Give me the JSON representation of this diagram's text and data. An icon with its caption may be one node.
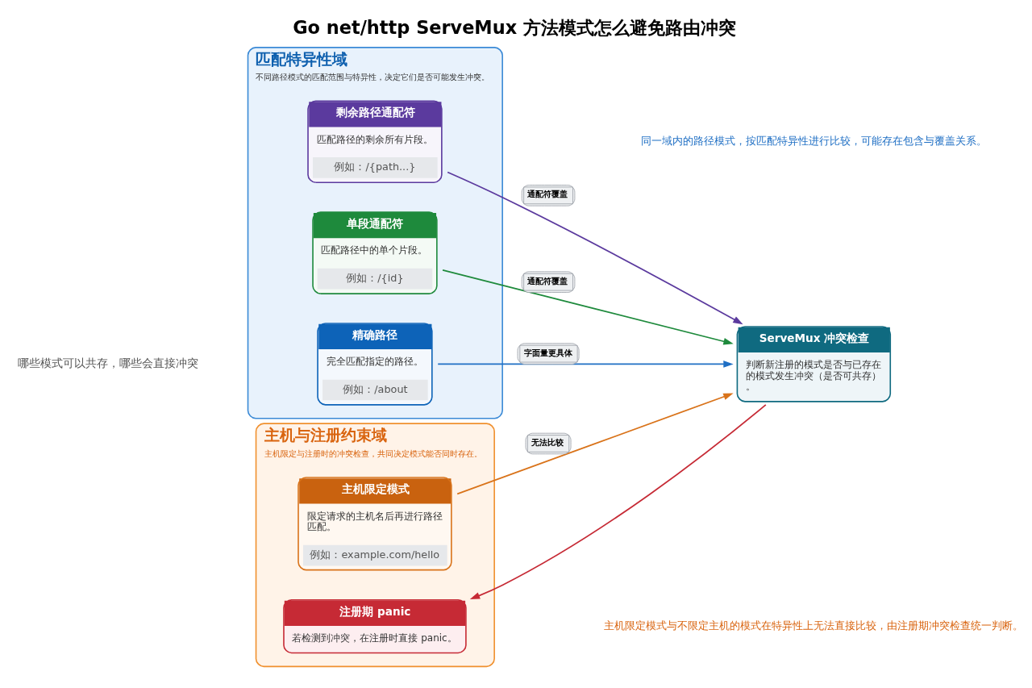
{
  "diagram": {
    "title": "Go net/http ServeMux 方法模式怎么避免路由冲突",
    "nodes": [
      {
        "text": [
          "匹配特异性域",
          "不同路径模式的匹配范围与特异性，决定它们是否可能发生冲突。"
        ]
      },
      {
        "text": [
          "精确路径",
          "完全匹配指定的路径。",
          "例如：/about"
        ],
        "in": 0
      },
      {
        "text": [
          "单段通配符",
          "匹配路径中的单个片段。",
          "例如：/{id}"
        ],
        "in": 0
      },
      {
        "text": [
          "剩余路径通配符",
          "匹配路径的剩余所有片段。",
          "例如：/{path...}"
        ],
        "in": 0
      },
      {
        "text": [
          "主机与注册约束域",
          "主机限定与注册时的冲突检查，共同决定模式能否同时存在。"
        ]
      },
      {
        "text": [
          "主机限定模式",
          "限定请求的主机名后再进行路径匹配。",
          "例如：example.com/hello"
        ],
        "in": 4
      },
      {
        "text": [
          "ServeMux 冲突检查",
          "判断新注册的模式是否与已存在的模式发生冲突（是否可共存）。"
        ]
      },
      {
        "text": [
          "注册期 panic",
          "若检测到冲突，在注册时直接 panic。"
        ],
        "in": 4
      }
    ],
    "edges": [
      {
        "from": 1,
        "to": 6,
        "arrow": "to",
        "label": "字面量更具体",
        "color": "#1f6fc4"
      },
      {
        "from": 2,
        "to": 6,
        "arrow": "to",
        "label": "通配符覆盖",
        "color": "#1e8a3c"
      },
      {
        "from": 3,
        "to": 6,
        "arrow": "to",
        "label": "通配符覆盖",
        "color": "#5b3a9e"
      },
      {
        "from": 5,
        "to": 6,
        "arrow": "to",
        "label": "无法比较",
        "color": "#d9731a"
      },
      {
        "from": 6,
        "to": 7,
        "arrow": "to",
        "color": "#c62a35"
      }
    ],
    "labels": [
      "哪些模式可以共存，哪些会直接冲突",
      "同一域内的路径模式，按匹配特异性进行比较，可能存在包含与覆盖关系。",
      "主机限定模式与不限定主机的模式在特异性上无法直接比较，由注册期冲突检查统一判断。"
    ]
  }
}
